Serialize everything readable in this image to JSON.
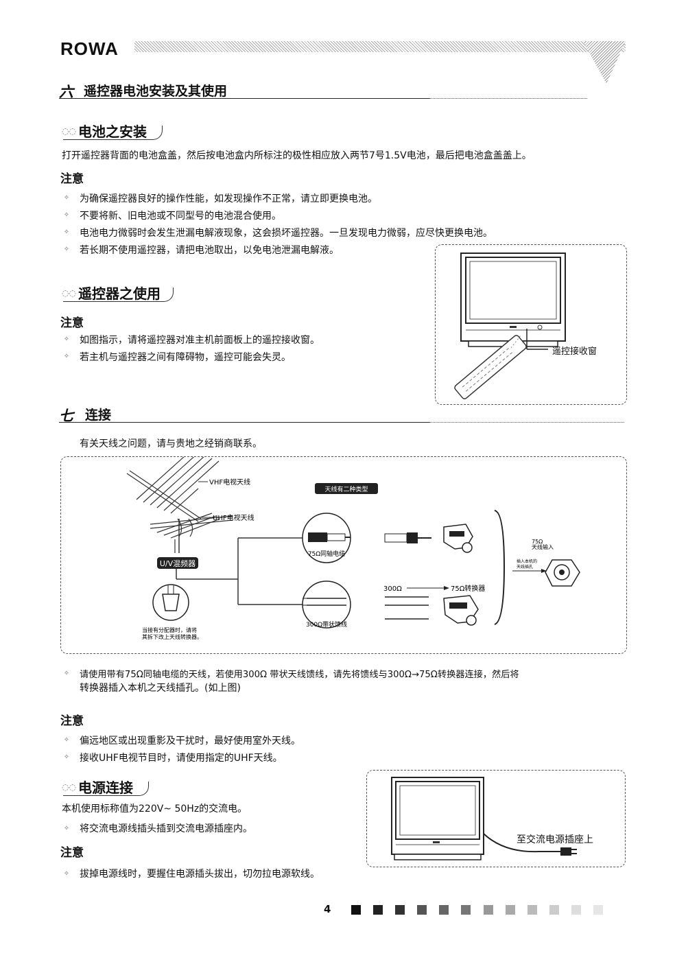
{
  "header": {
    "logo": "ROWA"
  },
  "section6": {
    "number": "六",
    "title": "遥控器电池安装及其使用",
    "battery": {
      "heading": "电池之安装",
      "text": "打开遥控器背面的电池盒盖，然后按电池盒内所标注的极性相应放入两节7号1.5V电池，最后把电池盒盖盖上。",
      "note_label": "注意",
      "bullets": [
        "为确保遥控器良好的操作性能，如发现操作不正常，请立即更换电池。",
        "不要将新、旧电池或不同型号的电池混合使用。",
        "电池电力微弱时会发生泄漏电解液现象，这会损坏遥控器。一旦发现电力微弱，应尽快更换电池。",
        "若长期不使用遥控器，请把电池取出，以免电池泄漏电解液。"
      ]
    },
    "usage": {
      "heading": "遥控器之使用",
      "note_label": "注意",
      "bullets": [
        "如图指示，请将遥控器对准主机前面板上的遥控接收窗。",
        "若主机与遥控器之间有障碍物，遥控可能会失灵。"
      ],
      "figure_label": "遥控接收窗"
    }
  },
  "section7": {
    "number": "七",
    "title": "连接",
    "intro": "有关天线之问题，请与贵地之经销商联系。",
    "diagram": {
      "vhf_antenna": "VHF电视天线",
      "uhf_antenna": "UHF电视天线",
      "mixer": "U/V混频器",
      "types_label": "天线有二种类型",
      "coax": "75Ω同轴电缆",
      "flat": "300Ω带状馈线",
      "conv_300": "300Ω",
      "conv_75": "75Ω转换器",
      "input_75": "75Ω",
      "input_label": "天线输入",
      "plug_label_1": "插入本机的",
      "plug_label_2": "天线插孔",
      "splitter_note_1": "当接有分配器时，请将",
      "splitter_note_2": "其拆下改上天线转换器。"
    },
    "main_bullet_line1": "请使用带有75Ω同轴电缆的天线，若使用300Ω 带状天线馈线，请先将馈线与300Ω→75Ω转换器连接，然后将",
    "main_bullet_line2": "转换器插入本机之天线插孔。(如上图)",
    "note_label": "注意",
    "bullets": [
      "偏远地区或出现重影及干扰时，最好使用室外天线。",
      "接收UHF电视节目时，请使用指定的UHF天线。"
    ],
    "power": {
      "heading": "电源连接",
      "text": "本机使用标称值为220V~ 50Hz的交流电。",
      "bullet": "将交流电源线插头插到交流电源插座内。",
      "note_label": "注意",
      "note_bullet": "拔掉电源线时，要握住电源插头拔出，切勿拉电源软线。",
      "figure_label": "至交流电源插座上"
    }
  },
  "footer": {
    "page_number": "4"
  }
}
